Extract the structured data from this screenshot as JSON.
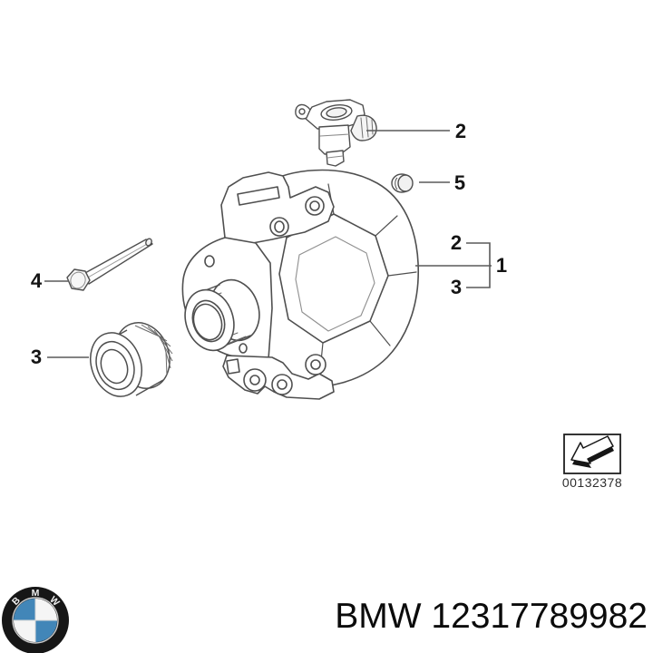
{
  "diagram": {
    "caption": "BMW 12317789982",
    "brand": "BMW",
    "part_number": "12317789982",
    "image_code": "00132378",
    "callouts": {
      "regulator": {
        "label": "2"
      },
      "cap_nut": {
        "label": "5"
      },
      "bolt": {
        "label": "4"
      },
      "pulley": {
        "label": "3"
      },
      "group_top": {
        "label": "2"
      },
      "group_main": {
        "label": "1"
      },
      "group_bottom": {
        "label": "3"
      }
    },
    "logo": {
      "letters": [
        "B",
        "M",
        "W"
      ]
    }
  },
  "colors": {
    "line": "#4f4f4f",
    "label": "#141414",
    "roundel_blue": "#4286b8",
    "background": "#ffffff"
  }
}
